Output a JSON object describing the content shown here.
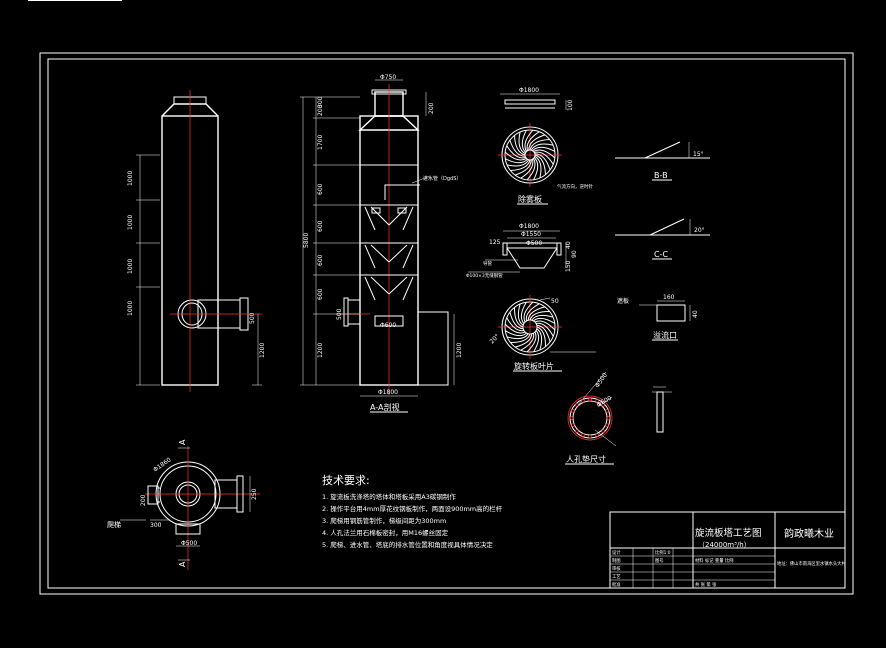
{
  "top_label": "",
  "views": {
    "aa_section": "A-A剖视",
    "demister": "除雾板",
    "swirl_blade": "旋转板叶片",
    "manhole_ring": "人孔垫尺寸",
    "overflow_port": "溢流口",
    "section_bb": "B-B",
    "section_cc": "C-C",
    "section_a": "A"
  },
  "annotations": {
    "water_inlet": "进水管（DgdS）",
    "airflow_dir": "气流方向，逆时针",
    "baffle": "遮板",
    "ladder": "爬梯",
    "nozzle_pipe": "导管",
    "diffuser": "Φ100×3无缝钢管"
  },
  "dimensions": {
    "d750": "Φ750",
    "d1800": "Φ1800",
    "d1550": "Φ1550",
    "d500": "Φ500",
    "d600": "Φ600",
    "d1860": "Φ1860",
    "d500b": "500",
    "h5800": "5800",
    "h1700": "1700",
    "h1000": "1000",
    "h1200": "1200",
    "h600": "600",
    "h200": "200",
    "h300": "300",
    "h250": "250",
    "h100": "100",
    "h160": "160",
    "h125": "125",
    "h40": "40",
    "h150": "150",
    "h90": "90",
    "h50": "50",
    "h1200b": "1200",
    "ang15": "15°",
    "ang20": "20°"
  },
  "tech": {
    "heading": "技术要求:",
    "items": [
      "1. 旋流板洗涤塔的塔体和塔板采用A3碳钢制作",
      "2. 操作平台用4mm厚花纹钢板制作，两面设900mm高的栏杆",
      "3. 爬梯用钢筋管制作，梯级间距为300mm",
      "4. 人孔法兰用石棉板密封，用M16螺丝固定",
      "5. 爬梯、进水管、塔底的排水管位置和角度视具体情况决定"
    ]
  },
  "title_block": {
    "title": "旋流板塔工艺图",
    "subtitle": "（24000m³/h）",
    "company": "韵政曦木业",
    "address": "地址：佛山市南海区里水镇水头大村",
    "rows": [
      [
        "设计",
        "",
        "",
        "比例1:0"
      ],
      [
        "制图",
        "",
        "",
        "图号"
      ],
      [
        "审核",
        "",
        "",
        "材料 标记 重量 比例"
      ],
      [
        "工艺",
        "",
        "",
        ""
      ],
      [
        "批准",
        "",
        "",
        "共 张 第 张"
      ]
    ]
  },
  "colors": {
    "background": "#000000",
    "lines": "#ffffff",
    "centerlines": "#ff3030"
  }
}
